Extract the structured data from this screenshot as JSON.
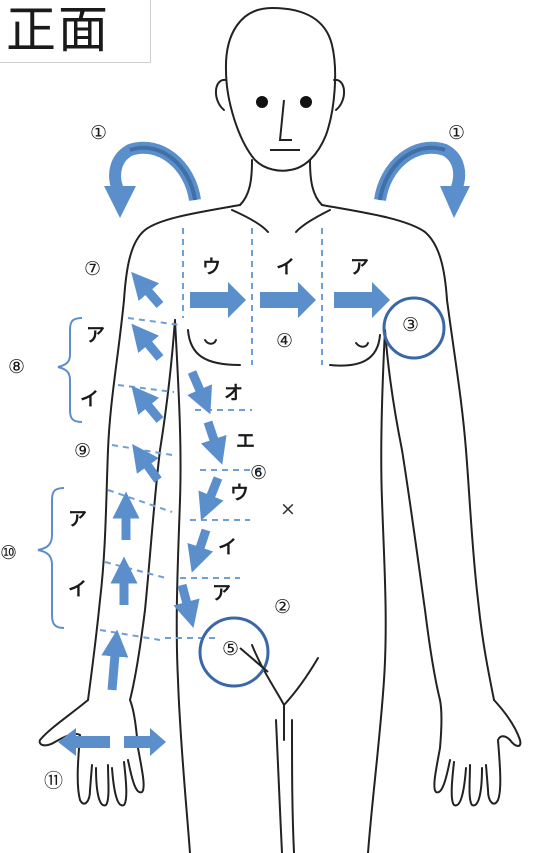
{
  "title": "正面",
  "labels": {
    "n1": "①",
    "n2": "②",
    "n3": "③",
    "n4": "④",
    "n5": "⑤",
    "n6": "⑥",
    "n7": "⑦",
    "n8": "⑧",
    "n9": "⑨",
    "n10": "⑩",
    "n11": "⑪"
  },
  "kana": {
    "a": "ア",
    "i": "イ",
    "u": "ウ",
    "e": "エ",
    "o": "オ"
  },
  "marks": {
    "cross": "×"
  },
  "colors": {
    "arrow": "#5b8fcb",
    "arrow_dark": "#3f70a8",
    "dashed": "#6f9fd6",
    "circle": "#3a67a8",
    "outline": "#222222"
  },
  "icons": [
    "rotate-arrow-icon",
    "direction-arrow-icon",
    "circle-marker-icon",
    "brace-icon"
  ]
}
